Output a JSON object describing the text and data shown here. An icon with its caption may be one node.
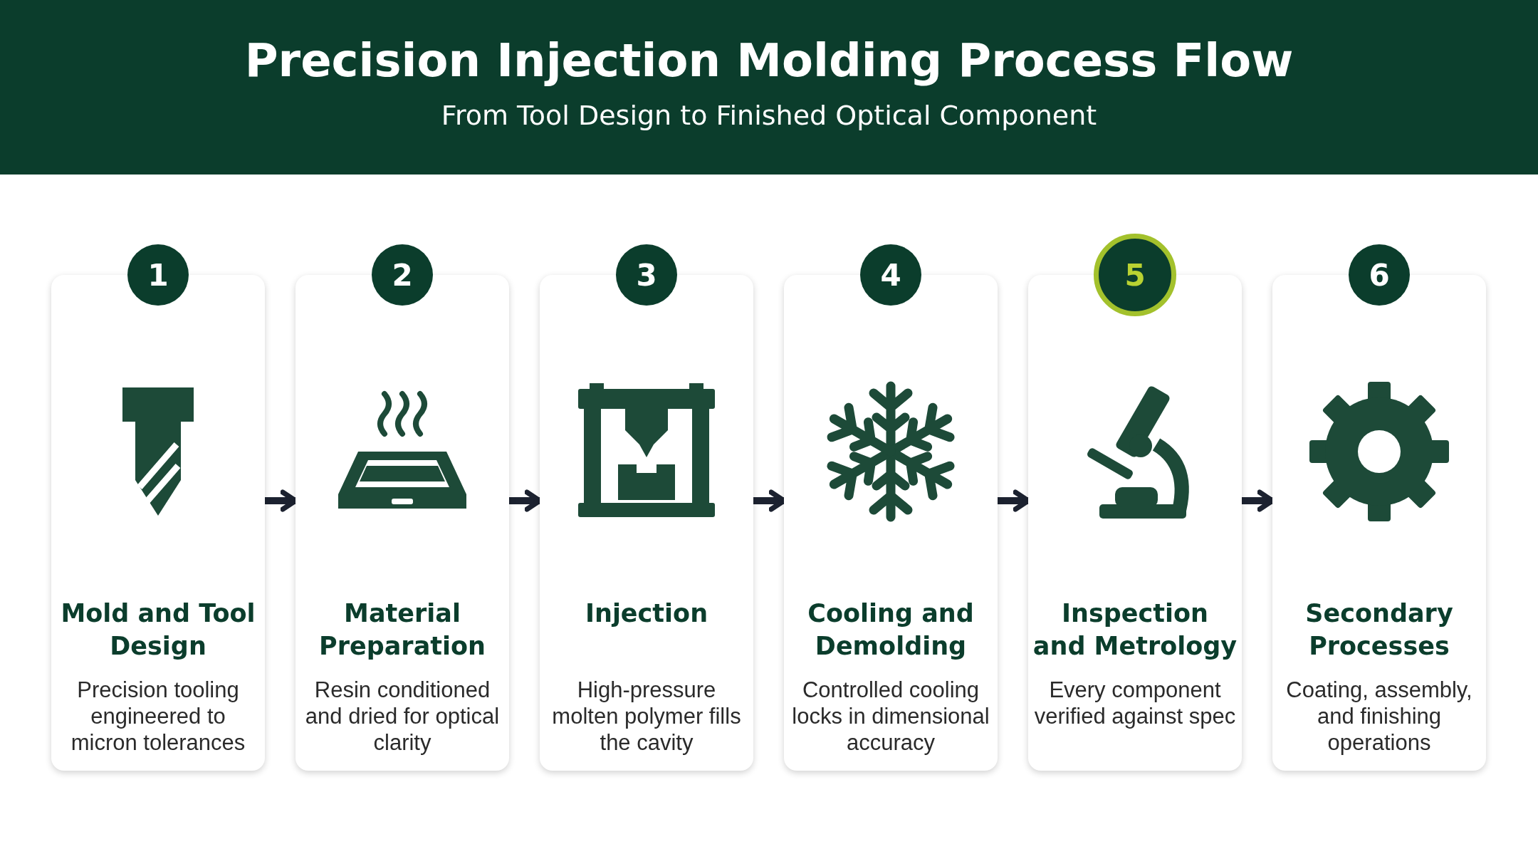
{
  "diagram": {
    "title": "Precision Injection Molding Process Flow",
    "caption": "From Tool Design to Finished Optical Component",
    "nodes": [
      {
        "text": [
          "1",
          "Mold and Tool Design",
          "Precision tooling engineered to micron tolerances"
        ]
      },
      {
        "text": [
          "2",
          "Material Preparation",
          "Resin conditioned and dried for optical clarity"
        ]
      },
      {
        "text": [
          "3",
          "Injection",
          "High-pressure molten polymer fills the cavity"
        ]
      },
      {
        "text": [
          "4",
          "Cooling and Demolding",
          "Controlled cooling locks in dimensional accuracy"
        ]
      },
      {
        "text": [
          "5",
          "Inspection and Metrology",
          "Every component verified against spec"
        ]
      },
      {
        "text": [
          "6",
          "Secondary Processes",
          "Coating, assembly, and finishing operations"
        ]
      }
    ],
    "edges": [
      {
        "from": 0,
        "to": 1,
        "arrow": "to"
      },
      {
        "from": 1,
        "to": 2,
        "arrow": "to"
      },
      {
        "from": 2,
        "to": 3,
        "arrow": "to"
      },
      {
        "from": 3,
        "to": 4,
        "arrow": "to"
      },
      {
        "from": 4,
        "to": 5,
        "arrow": "to"
      }
    ]
  }
}
